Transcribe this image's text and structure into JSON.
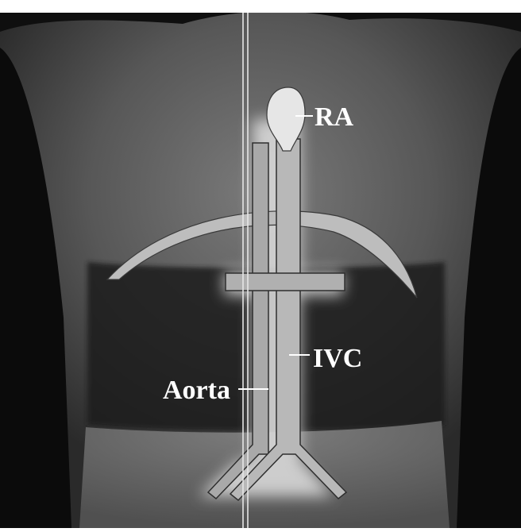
{
  "figure": {
    "labels": {
      "ra": "RA",
      "ivc": "IVC",
      "aorta": "Aorta"
    },
    "colors": {
      "background": "#101010",
      "skin": "#6e6e6e",
      "vessel": "#b4b4b4",
      "highlight": "#f2f2f2"
    }
  }
}
